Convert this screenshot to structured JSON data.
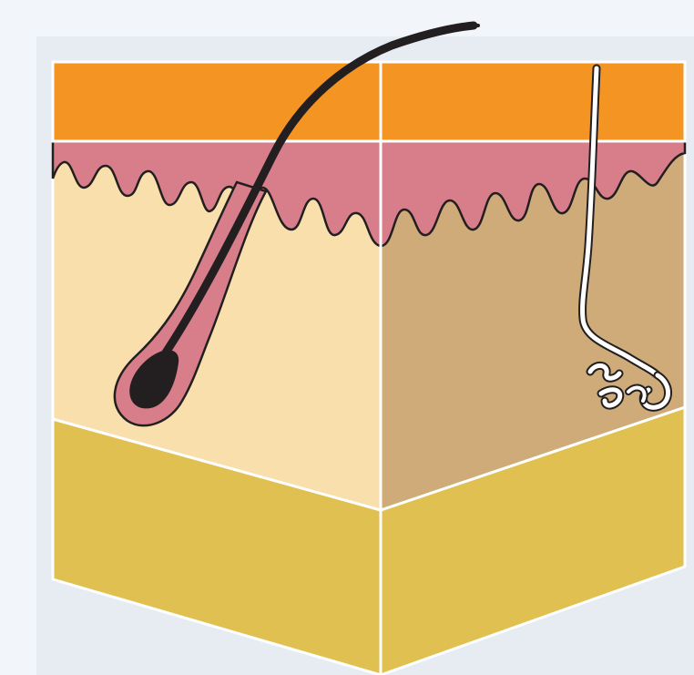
{
  "diagram": {
    "kind": "skin-cross-section",
    "layers": [
      {
        "name": "epidermis",
        "color": "#f39423"
      },
      {
        "name": "dermal-papillae",
        "color": "#d87e8b"
      },
      {
        "name": "dermis-left",
        "color": "#f8dfac"
      },
      {
        "name": "dermis-right",
        "color": "#ceab79"
      },
      {
        "name": "subcutaneous",
        "color": "#e0c050"
      }
    ],
    "hairs": [
      {
        "name": "terminal-hair",
        "color": "#231f20"
      },
      {
        "name": "treated-hair",
        "color": "#ffffff"
      }
    ],
    "background": "#eef2f7"
  }
}
